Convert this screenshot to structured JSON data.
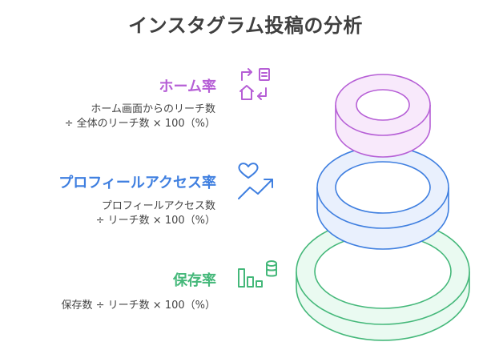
{
  "title": "インスタグラム投稿の分析",
  "metrics": [
    {
      "name": "ホーム率",
      "desc": [
        "ホーム画面からのリーチ数",
        "÷ 全体のリーチ数 × 100（%）"
      ],
      "color": "#b65fd6",
      "icon": "home-redirect-icon"
    },
    {
      "name": "プロフィールアクセス率",
      "desc": [
        "プロフィールアクセス数",
        "÷ リーチ数 × 100（%）"
      ],
      "color": "#3f7fe0",
      "icon": "heart-trend-icon"
    },
    {
      "name": "保存率",
      "desc": [
        "保存数 ÷ リーチ数 × 100（%）"
      ],
      "color": "#45b87a",
      "icon": "bar-database-icon"
    }
  ]
}
